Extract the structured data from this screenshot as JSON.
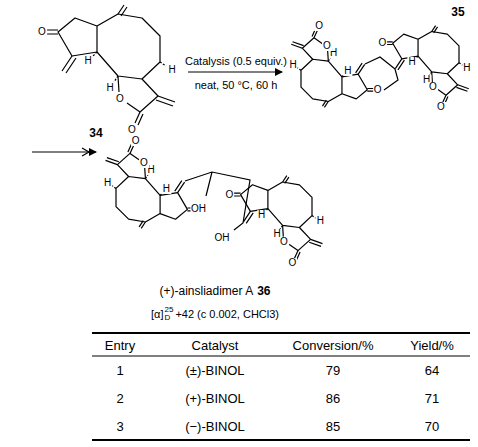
{
  "diagram": {
    "labels": [
      "O",
      "H",
      "H",
      "H",
      "O",
      "O",
      "34",
      "Catalysis (0.5 equiv.)",
      "neat, 50 °C, 60 h",
      "O",
      "H",
      "H",
      "H",
      "O",
      "O",
      "O",
      "H",
      "H",
      "H",
      "O",
      "O",
      "35",
      "OH",
      "H",
      "H",
      "H",
      "O",
      "O",
      "O",
      "H",
      "H",
      "H",
      "O",
      "O",
      "OH",
      "(+)-ainsliadimer A",
      "36",
      "[α]",
      "25",
      "D",
      "+42 (c 0.002, CHCl3)",
      "Entry",
      "Catalyst",
      "Conversion/%",
      "Yield/%",
      "1",
      "(±)-BINOL",
      "79",
      "64",
      "2",
      "(+)-BINOL",
      "86",
      "71",
      "3",
      "(−)-BINOL",
      "85",
      "70"
    ]
  }
}
